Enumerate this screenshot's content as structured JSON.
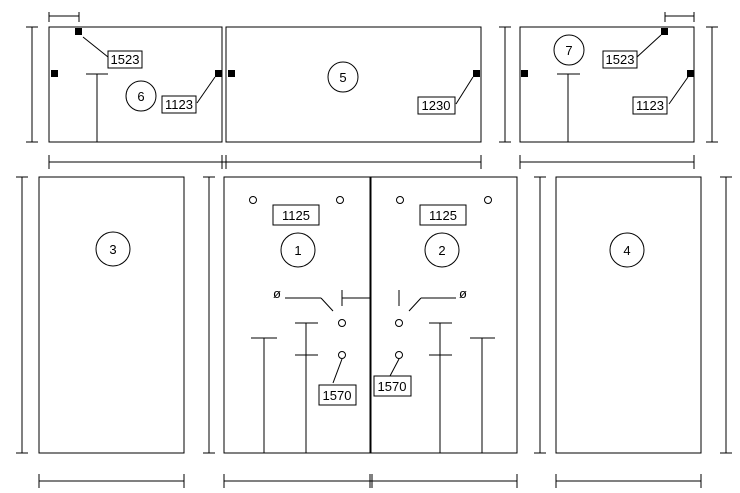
{
  "panels": [
    {
      "id": "p6",
      "number": "6"
    },
    {
      "id": "p5",
      "number": "5"
    },
    {
      "id": "p7",
      "number": "7"
    },
    {
      "id": "p3",
      "number": "3"
    },
    {
      "id": "p1",
      "number": "1"
    },
    {
      "id": "p2",
      "number": "2"
    },
    {
      "id": "p4",
      "number": "4"
    }
  ],
  "labels": {
    "p6_top": "1523",
    "p6_side": "1123",
    "p5_side": "1230",
    "p7_top": "1523",
    "p7_side": "1123",
    "p1_top": "1125",
    "p2_top": "1125",
    "p1_bottom": "1570",
    "p2_bottom": "1570"
  },
  "symbols": {
    "diameter": "ø"
  }
}
